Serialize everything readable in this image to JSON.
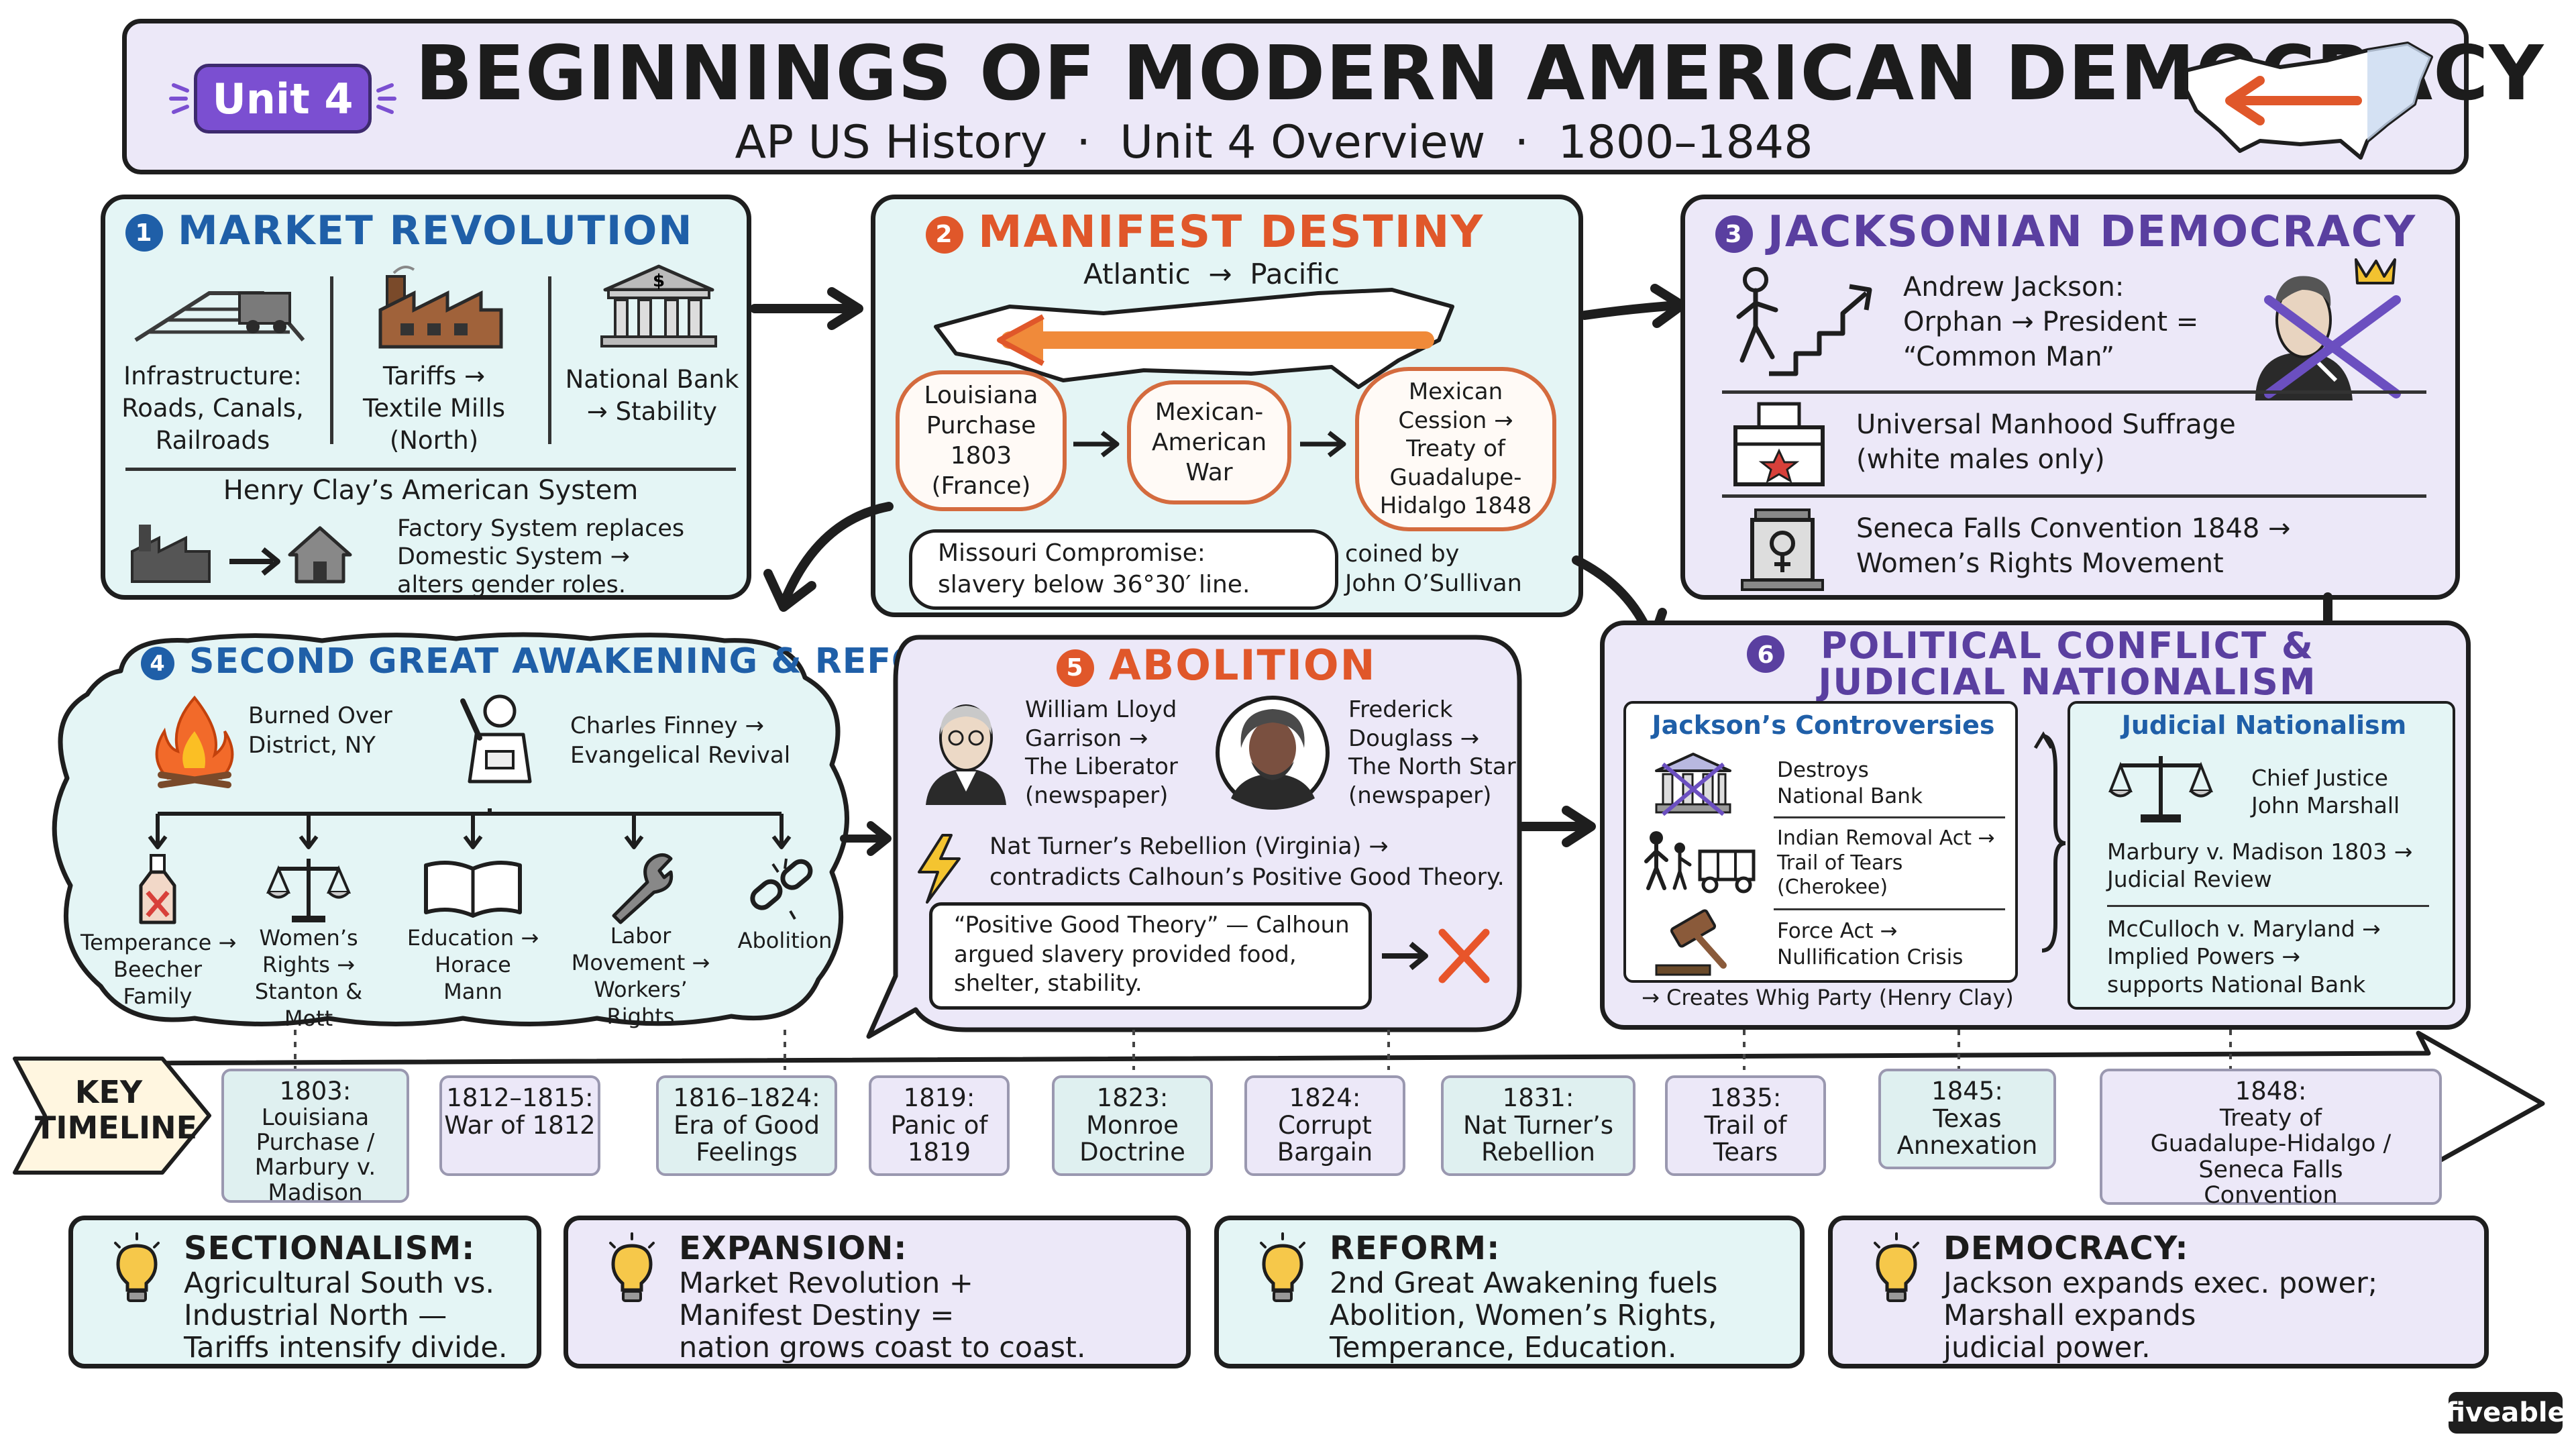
{
  "header": {
    "unit_badge": "Unit 4",
    "title": "BEGINNINGS OF MODERN AMERICAN DEMOCRACY",
    "subtitle": "AP US History  ·  Unit 4 Overview  ·  1800–1848"
  },
  "market": {
    "number": "1",
    "title": "MARKET REVOLUTION",
    "col1": "Infrastructure:\nRoads, Canals,\nRailroads",
    "col2": "Tariffs →\nTextile Mills\n(North)",
    "col3": "National Bank\n→ Stability",
    "clay_heading": "Henry Clay’s American System",
    "factory_text": "Factory System replaces\nDomestic System →\nalters gender roles."
  },
  "manifest": {
    "number": "2",
    "title": "MANIFEST DESTINY",
    "direction": "Atlantic  →  Pacific",
    "card1": "Louisiana\nPurchase\n1803\n(France)",
    "card2": "Mexican-\nAmerican\nWar",
    "card3": "Mexican\nCession →\nTreaty of\nGuadalupe-\nHidalgo 1848",
    "missouri": "Missouri Compromise:\nslavery below 36°30′ line.",
    "coined": "coined by\nJohn O’Sullivan"
  },
  "jackson": {
    "number": "3",
    "title": "JACKSONIAN DEMOCRACY",
    "line1": "Andrew Jackson:\nOrphan → President =\n“Common Man”",
    "line2": "Universal Manhood Suffrage\n(white males only)",
    "line3": "Seneca Falls Convention 1848 →\nWomen’s Rights Movement"
  },
  "awakening": {
    "number": "4",
    "title": "SECOND GREAT AWAKENING & REFORM",
    "burned": "Burned Over\nDistrict, NY",
    "finney": "Charles Finney →\nEvangelical Revival",
    "items": [
      "Temperance →\nBeecher\nFamily",
      "Women’s\nRights →\nStanton &\nMott",
      "Education →\nHorace\nMann",
      "Labor\nMovement →\nWorkers’\nRights",
      "Abolition"
    ]
  },
  "abolition": {
    "number": "5",
    "title": "ABOLITION",
    "garrison": "William Lloyd\nGarrison →\nThe Liberator\n(newspaper)",
    "douglass": "Frederick\nDouglass →\nThe North Star\n(newspaper)",
    "turner": "Nat Turner’s Rebellion (Virginia) →\ncontradicts Calhoun’s Positive Good Theory.",
    "positive": "“Positive Good Theory” — Calhoun\nargued slavery provided food,\nshelter, stability."
  },
  "political": {
    "number": "6",
    "title": "POLITICAL CONFLICT &\nJUDICIAL NATIONALISM",
    "controversies_title": "Jackson’s Controversies",
    "c1": "Destroys\nNational Bank",
    "c2": "Indian Removal Act →\nTrail of Tears\n(Cherokee)",
    "c3": "Force Act →\nNullification Crisis",
    "whig": "→ Creates Whig Party (Henry Clay)",
    "judicial_title": "Judicial Nationalism",
    "j1": "Chief Justice\nJohn Marshall",
    "j2": "Marbury v. Madison 1803 →\nJudicial Review",
    "j3": "McCulloch v. Maryland →\nImplied Powers →\nsupports National Bank"
  },
  "timeline": {
    "label": "KEY\nTIMELINE",
    "events": [
      {
        "date": "1803:",
        "text": "Louisiana\nPurchase /\nMarbury v.\nMadison"
      },
      {
        "date": "1812–1815:",
        "text": "War of 1812"
      },
      {
        "date": "1816–1824:",
        "text": "Era of Good\nFeelings"
      },
      {
        "date": "1819:",
        "text": "Panic of\n1819"
      },
      {
        "date": "1823:",
        "text": "Monroe\nDoctrine"
      },
      {
        "date": "1824:",
        "text": "Corrupt\nBargain"
      },
      {
        "date": "1831:",
        "text": "Nat Turner’s\nRebellion"
      },
      {
        "date": "1835:",
        "text": "Trail of\nTears"
      },
      {
        "date": "1845:",
        "text": "Texas\nAnnexation"
      },
      {
        "date": "1848:",
        "text": "Treaty of\nGuadalupe-Hidalgo /\nSeneca Falls\nConvention"
      }
    ]
  },
  "themes": [
    {
      "heading": "SECTIONALISM:",
      "body": "Agricultural South vs.\nIndustrial North —\nTariffs intensify divide."
    },
    {
      "heading": "EXPANSION:",
      "body": "Market Revolution +\nManifest Destiny =\nnation grows coast to coast."
    },
    {
      "heading": "REFORM:",
      "body": "2nd Great Awakening fuels\nAbolition, Women’s Rights,\nTemperance, Education."
    },
    {
      "heading": "DEMOCRACY:",
      "body": "Jackson expands exec. power;\nMarshall expands\njudicial power."
    }
  ],
  "brand": "fiveable",
  "colors": {
    "teal_bg": "#e4f5f5",
    "lavender_bg": "#ece8f8",
    "blue_title": "#1f5fa8",
    "orange_title": "#e0572a",
    "purple_title": "#5a3fa0",
    "badge_purple": "#7b4fd1"
  }
}
